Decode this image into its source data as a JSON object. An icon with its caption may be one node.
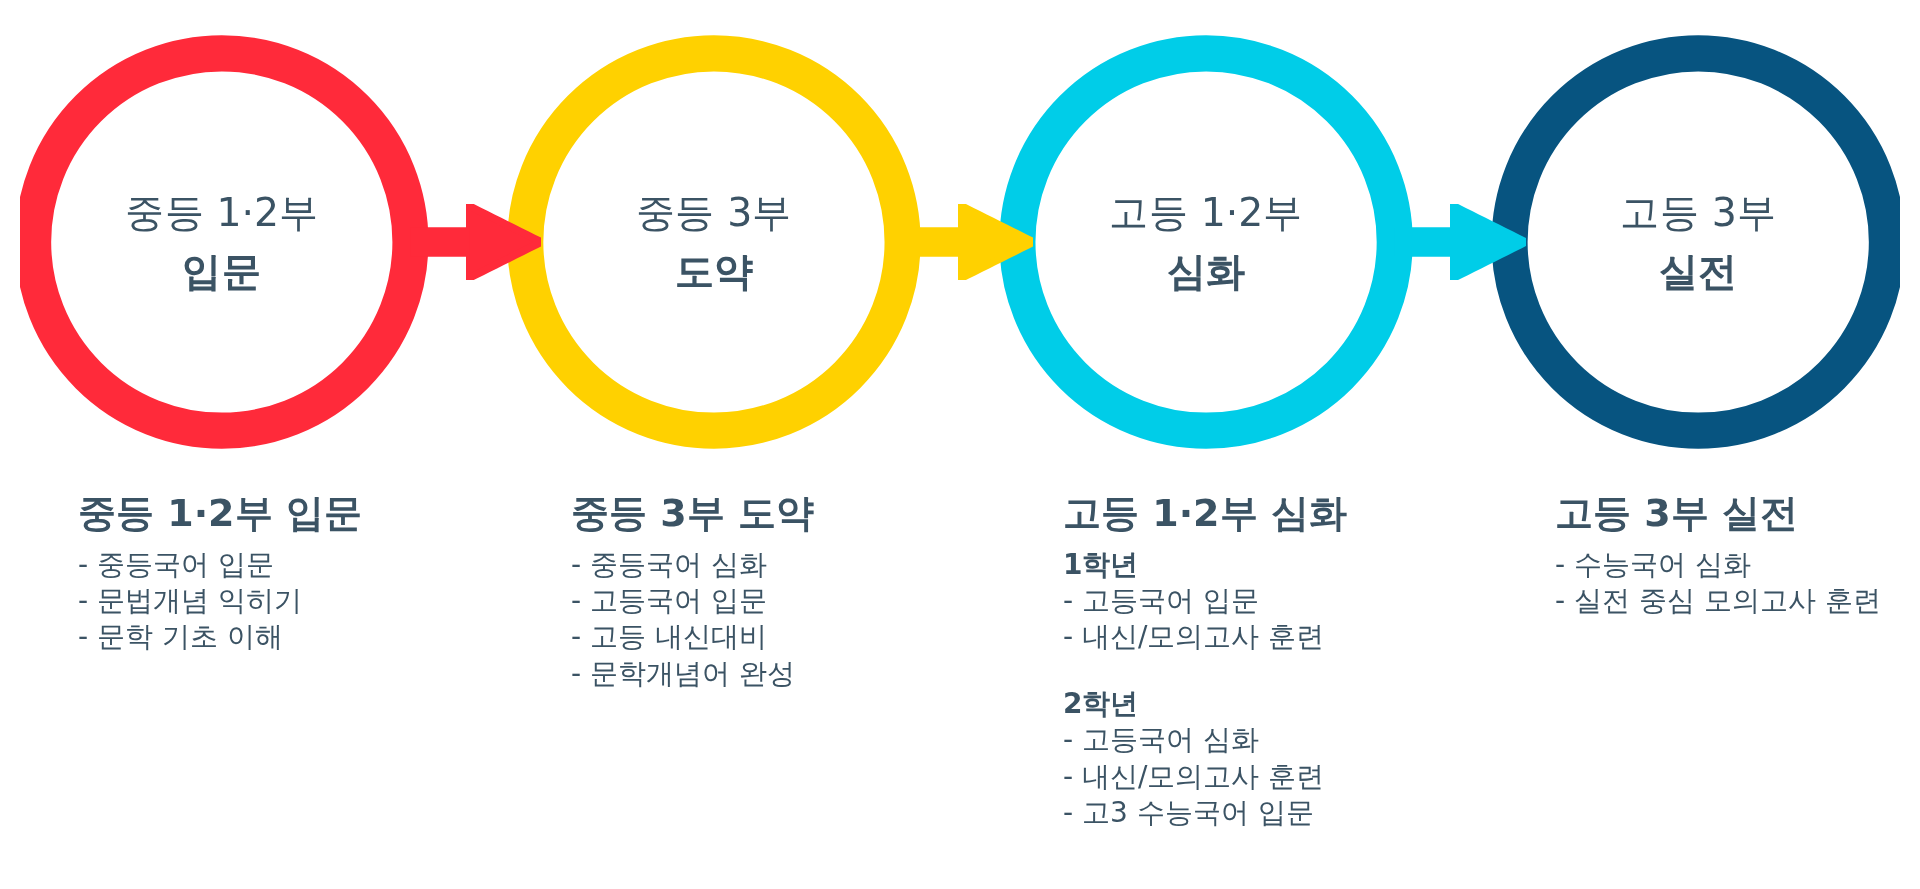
{
  "diagram": {
    "nodes": [
      {
        "text": [
          "중등 1·2부",
          "입문"
        ],
        "beside": [
          "중등 1·2부 입문",
          "- 중등국어 입문",
          "- 문법개념 익히기",
          "- 문학 기초 이해"
        ]
      },
      {
        "text": [
          "중등 3부",
          "도약"
        ],
        "beside": [
          "중등 3부 도약",
          "- 중등국어 심화",
          "- 고등국어 입문",
          "- 고등 내신대비",
          "- 문학개념어 완성"
        ]
      },
      {
        "text": [
          "고등 1·2부",
          "심화"
        ],
        "beside": [
          "고등 1·2부 심화",
          "1학년",
          "- 고등국어 입문",
          "- 내신/모의고사 훈련",
          "2학년",
          "- 고등국어 심화",
          "- 내신/모의고사 훈련",
          "- 고3 수능국어 입문"
        ]
      },
      {
        "text": [
          "고등 3부",
          "실전"
        ],
        "beside": [
          "고등 3부 실전",
          "- 수능국어 심화",
          "- 실전 중심 모의고사 훈련"
        ]
      }
    ],
    "edges": [
      {
        "from": 0,
        "to": 1,
        "arrow": "to",
        "color": "#ff2a3a"
      },
      {
        "from": 1,
        "to": 2,
        "arrow": "to",
        "color": "#ffd100"
      },
      {
        "from": 2,
        "to": 3,
        "arrow": "to",
        "color": "#00cde8"
      }
    ]
  }
}
